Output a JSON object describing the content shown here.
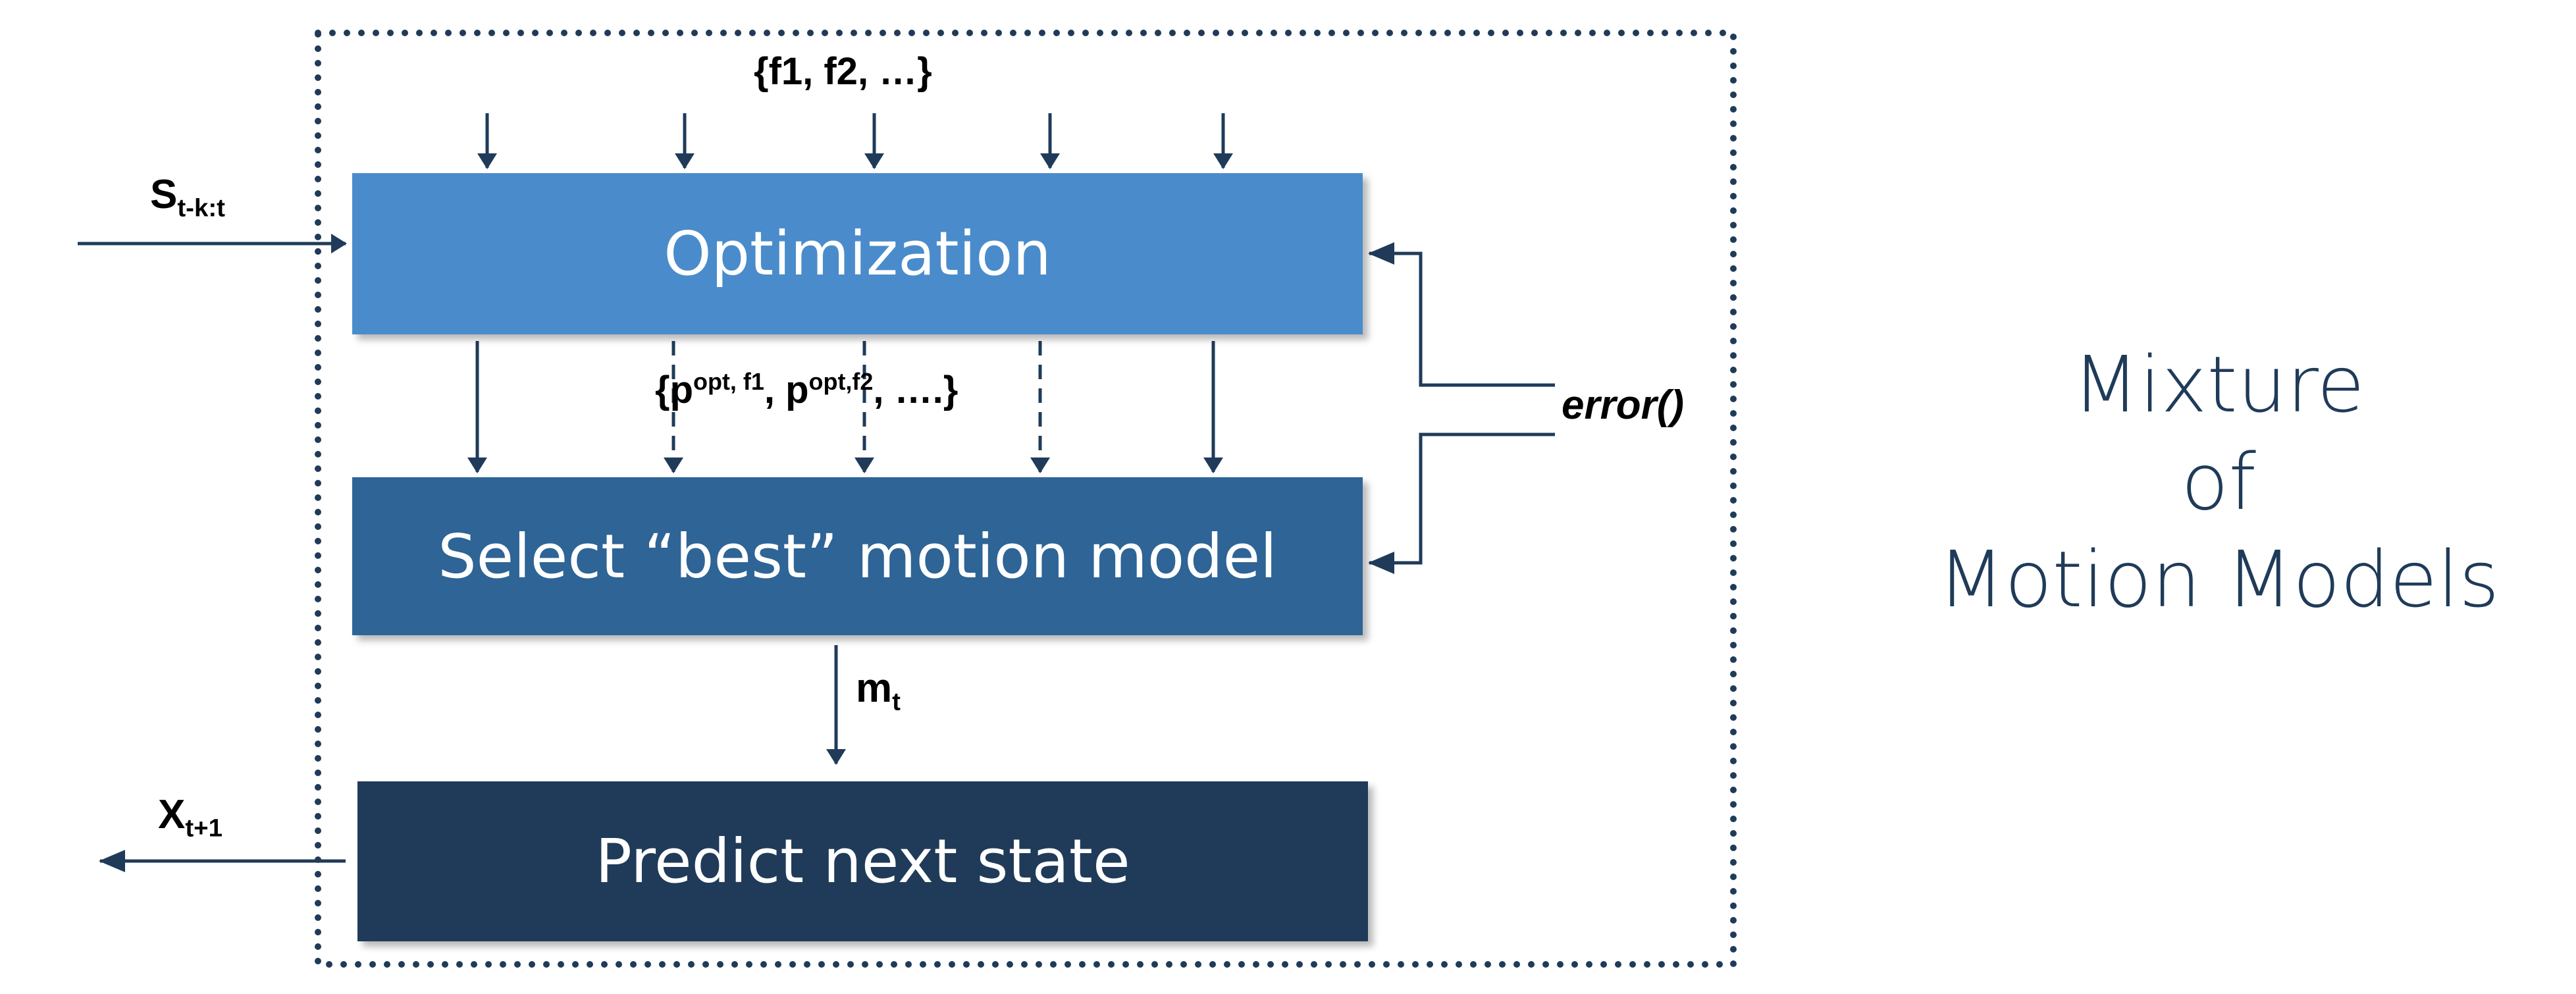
{
  "diagram": {
    "boxes": {
      "optimization": "Optimization",
      "select": "Select “best” motion model",
      "predict": "Predict next state"
    },
    "labels": {
      "functions": "{f1, f2, …}",
      "params_open": "{p",
      "params_sup1": "opt, f1",
      "params_mid": ", p",
      "params_sup2": "opt,f2",
      "params_close": ", ….}",
      "s_main": "S",
      "s_sub": "t-k:t",
      "m_main": "m",
      "m_sub": "t",
      "x_main": "X",
      "x_sub": "t+1",
      "error": "error()"
    },
    "title_lines": [
      "Mixture",
      "of",
      "Motion Models"
    ],
    "colors": {
      "optimization": "#4a8ccb",
      "select": "#2e6496",
      "predict": "#1f3b59",
      "arrows": "#1f3b59",
      "dotted_border": "#1f3b59"
    }
  }
}
